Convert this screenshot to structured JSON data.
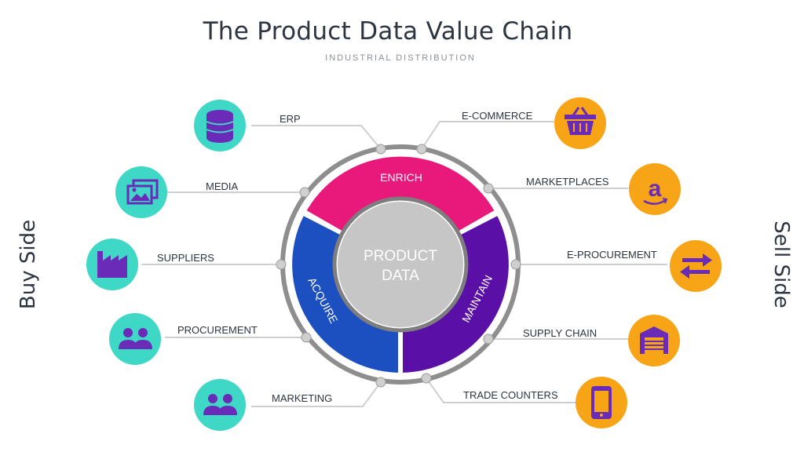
{
  "title": "The Product Data Value Chain",
  "subtitle": "INDUSTRIAL DISTRIBUTION",
  "buy_side": "Buy Side",
  "sell_side": "Sell Side",
  "center": {
    "line1": "PRODUCT",
    "line2": "DATA"
  },
  "segments": [
    {
      "label": "ENRICH",
      "color": "#e8197a"
    },
    {
      "label": "MAINTAIN",
      "color": "#5a0fa6"
    },
    {
      "label": "ACQUIRE",
      "color": "#1c4fc0"
    }
  ],
  "left_items": [
    {
      "label": "ERP",
      "icon": "database-icon"
    },
    {
      "label": "MEDIA",
      "icon": "image-gallery-icon"
    },
    {
      "label": "SUPPLIERS",
      "icon": "factory-icon"
    },
    {
      "label": "PROCUREMENT",
      "icon": "people-icon"
    },
    {
      "label": "MARKETING",
      "icon": "people-icon"
    }
  ],
  "right_items": [
    {
      "label": "E-COMMERCE",
      "icon": "shopping-basket-icon"
    },
    {
      "label": "MARKETPLACES",
      "icon": "amazon-icon"
    },
    {
      "label": "E-PROCUREMENT",
      "icon": "exchange-arrows-icon"
    },
    {
      "label": "SUPPLY CHAIN",
      "icon": "warehouse-icon"
    },
    {
      "label": "TRADE COUNTERS",
      "icon": "smartphone-icon"
    }
  ],
  "colors": {
    "left_icon_bg": "#3fd7c6",
    "right_icon_bg": "#f7a416",
    "icon_fg": "#6a2bb8",
    "ring": "#8e8e8e",
    "connector": "#cfcfcf",
    "center_fill": "#c8c8c8",
    "center_border": "#7e7e7e"
  }
}
